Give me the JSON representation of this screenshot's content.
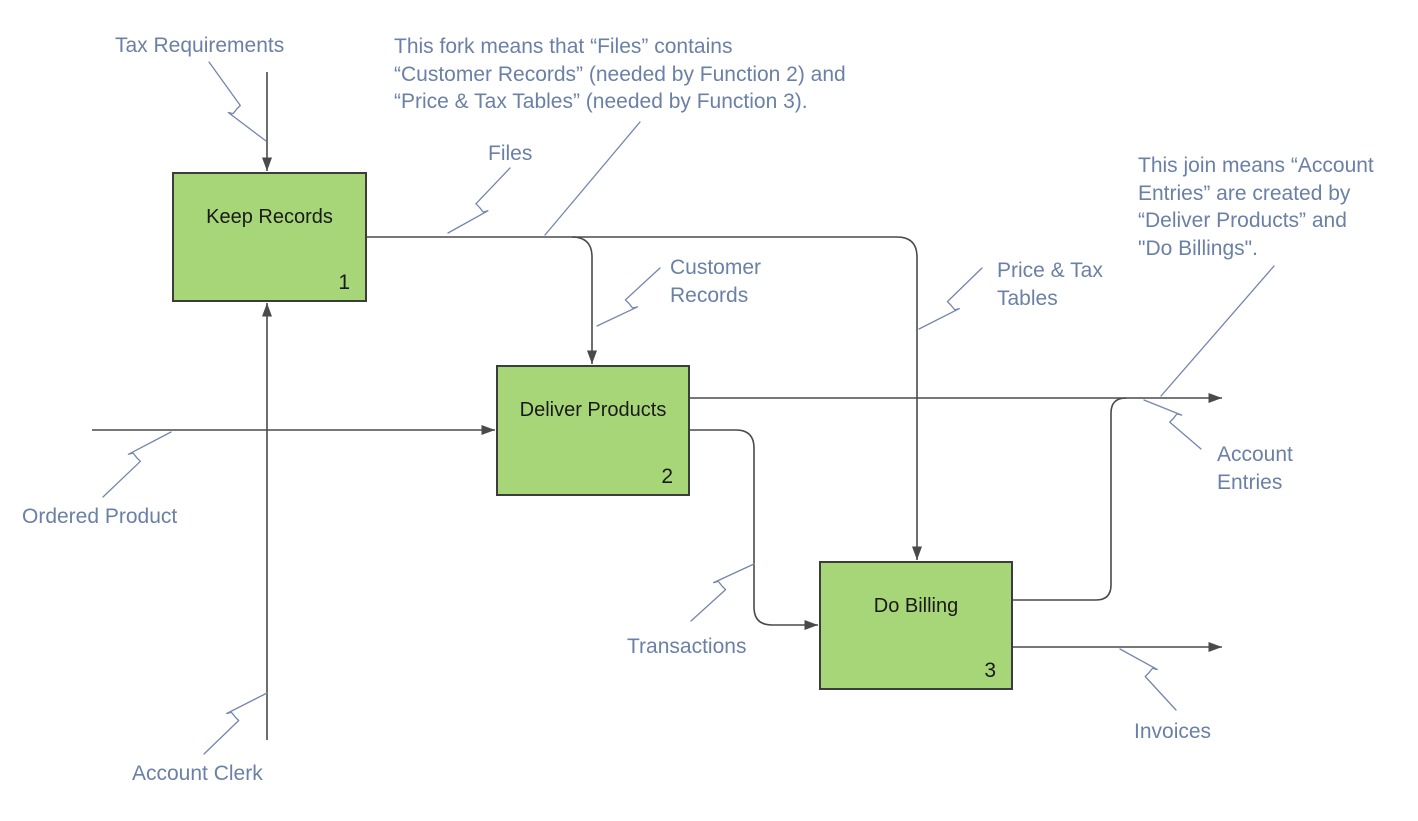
{
  "diagram": {
    "boxes": [
      {
        "label": "Keep Records",
        "number": "1"
      },
      {
        "label": "Deliver Products",
        "number": "2"
      },
      {
        "label": "Do Billing",
        "number": "3"
      }
    ],
    "labels": {
      "tax_requirements": "Tax Requirements",
      "files": "Files",
      "customer_records_lines": [
        "Customer",
        "Records"
      ],
      "price_tax_lines": [
        "Price & Tax",
        "Tables"
      ],
      "ordered_product": "Ordered Product",
      "account_clerk": "Account Clerk",
      "transactions": "Transactions",
      "account_entries_lines": [
        "Account",
        "Entries"
      ],
      "invoices": "Invoices"
    },
    "annotations": {
      "fork_note_lines": [
        "This fork means that “Files” contains",
        "“Customer Records” (needed by Function 2) and",
        "“Price & Tax Tables” (needed by Function 3)."
      ],
      "join_note_lines": [
        "This join means “Account",
        "Entries” are created by",
        "“Deliver Products” and",
        "\"Do Billings\"."
      ]
    },
    "colors": {
      "box_fill": "#a7d678",
      "box_border": "#3c3c3c",
      "box_text": "#1a1a1a",
      "label_text": "#6b80a6",
      "wire": "#4a4a4a",
      "leader": "#7486ad",
      "background": "#ffffff"
    }
  }
}
